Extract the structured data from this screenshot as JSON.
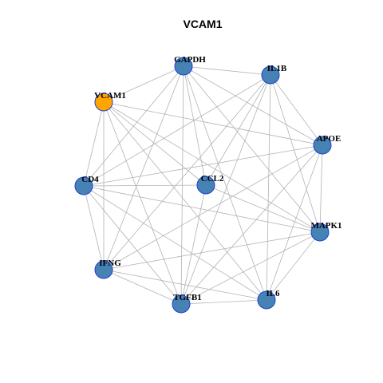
{
  "title": "VCAM1",
  "colors": {
    "highlight_fill": "#FFA500",
    "node_fill": "#4682B4",
    "node_border": "#1F3FD6",
    "edge": "#B3B3B3"
  },
  "nodes": [
    {
      "id": "VCAM1",
      "label": "VCAM1",
      "highlight": true
    },
    {
      "id": "GAPDH",
      "label": "GAPDH",
      "highlight": false
    },
    {
      "id": "IL1B",
      "label": "IL1B",
      "highlight": false
    },
    {
      "id": "APOE",
      "label": "APOE",
      "highlight": false
    },
    {
      "id": "CD4",
      "label": "CD4",
      "highlight": false
    },
    {
      "id": "CCL2",
      "label": "CCL2",
      "highlight": false
    },
    {
      "id": "MAPK1",
      "label": "MAPK1",
      "highlight": false
    },
    {
      "id": "IFNG",
      "label": "IFNG",
      "highlight": false
    },
    {
      "id": "TGFB1",
      "label": "TGFB1",
      "highlight": false
    },
    {
      "id": "IL6",
      "label": "IL6",
      "highlight": false
    }
  ],
  "edges": [
    [
      "VCAM1",
      "GAPDH"
    ],
    [
      "VCAM1",
      "APOE"
    ],
    [
      "VCAM1",
      "MAPK1"
    ],
    [
      "VCAM1",
      "IL6"
    ],
    [
      "VCAM1",
      "TGFB1"
    ],
    [
      "VCAM1",
      "IFNG"
    ],
    [
      "VCAM1",
      "CD4"
    ],
    [
      "VCAM1",
      "CCL2"
    ],
    [
      "GAPDH",
      "IL1B"
    ],
    [
      "GAPDH",
      "APOE"
    ],
    [
      "GAPDH",
      "MAPK1"
    ],
    [
      "GAPDH",
      "IL6"
    ],
    [
      "GAPDH",
      "TGFB1"
    ],
    [
      "GAPDH",
      "IFNG"
    ],
    [
      "GAPDH",
      "CD4"
    ],
    [
      "GAPDH",
      "CCL2"
    ],
    [
      "IL1B",
      "APOE"
    ],
    [
      "IL1B",
      "MAPK1"
    ],
    [
      "IL1B",
      "IL6"
    ],
    [
      "IL1B",
      "TGFB1"
    ],
    [
      "IL1B",
      "IFNG"
    ],
    [
      "IL1B",
      "CD4"
    ],
    [
      "IL1B",
      "CCL2"
    ],
    [
      "APOE",
      "MAPK1"
    ],
    [
      "APOE",
      "TGFB1"
    ],
    [
      "APOE",
      "IFNG"
    ],
    [
      "APOE",
      "CD4"
    ],
    [
      "APOE",
      "IL6"
    ],
    [
      "CD4",
      "CCL2"
    ],
    [
      "CD4",
      "MAPK1"
    ],
    [
      "CD4",
      "TGFB1"
    ],
    [
      "CD4",
      "IL6"
    ],
    [
      "CD4",
      "IFNG"
    ],
    [
      "CCL2",
      "TGFB1"
    ],
    [
      "CCL2",
      "MAPK1"
    ],
    [
      "MAPK1",
      "IFNG"
    ],
    [
      "MAPK1",
      "IL6"
    ],
    [
      "MAPK1",
      "TGFB1"
    ],
    [
      "IFNG",
      "TGFB1"
    ],
    [
      "IFNG",
      "IL6"
    ],
    [
      "TGFB1",
      "IL6"
    ]
  ]
}
